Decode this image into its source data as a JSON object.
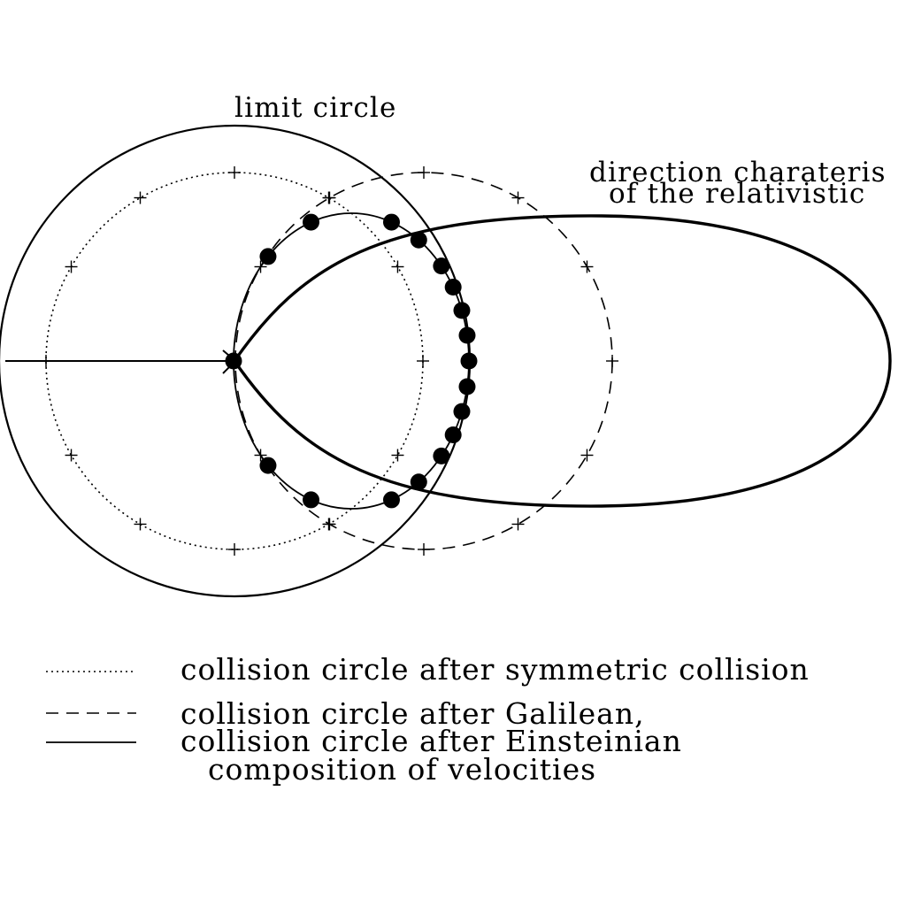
{
  "labels": {
    "limit_circle": "limit circle",
    "direction_line1": "direction charateris",
    "direction_line2": "of the relativistic"
  },
  "legend": [
    {
      "style": "dotted",
      "text": "collision circle after symmetric collision"
    },
    {
      "style": "dashed",
      "text": "collision circle after Galilean,"
    },
    {
      "style": "solid",
      "text": "collision circle after Einsteinian"
    },
    {
      "style": "none",
      "text": "composition of velocities"
    }
  ],
  "colors": {
    "ink": "#000000",
    "background": "#ffffff"
  }
}
